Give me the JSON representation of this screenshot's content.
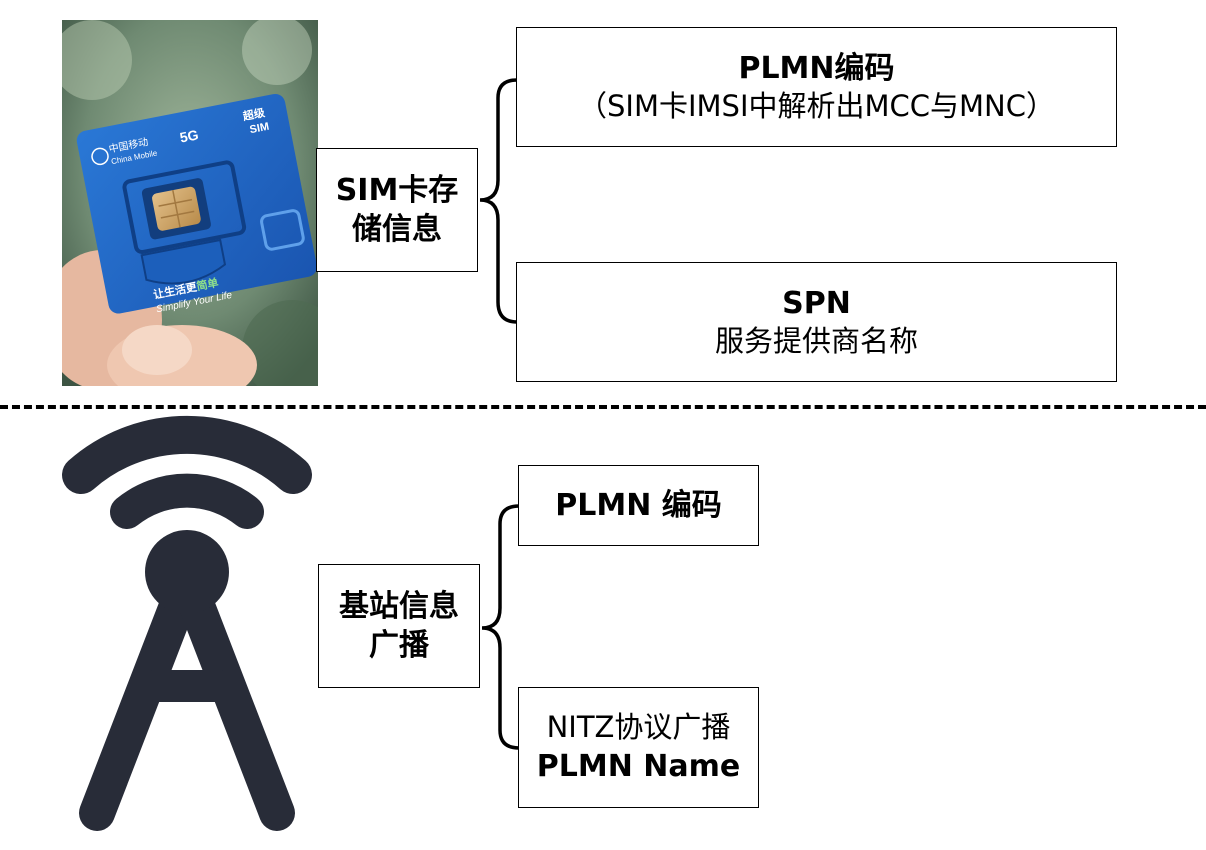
{
  "photo": {
    "card": {
      "brand_cn": "中国移动",
      "brand_en": "China Mobile",
      "network_badge": "5G",
      "super_sim_cn": "超级",
      "super_sim_en": "SIM",
      "slogan_cn_white": "让生活更",
      "slogan_cn_green": "简单",
      "slogan_en": "Simplify Your Life"
    }
  },
  "top": {
    "center_line1": "SIM卡存",
    "center_line2": "储信息",
    "box1_title": "PLMN编码",
    "box1_desc": "（SIM卡IMSI中解析出MCC与MNC）",
    "box2_title": "SPN",
    "box2_desc": "服务提供商名称"
  },
  "bottom": {
    "center_line1": "基站信息",
    "center_line2": "广播",
    "box1_title": "PLMN 编码",
    "box2_line1": "NITZ协议广播",
    "box2_line2": "PLMN Name"
  },
  "colors": {
    "tower": "#282c38",
    "card_blue": "#1f68c6",
    "background_green": "#6f8a72",
    "border": "#000000"
  },
  "icons": {
    "tower": "radio-tower-icon"
  }
}
